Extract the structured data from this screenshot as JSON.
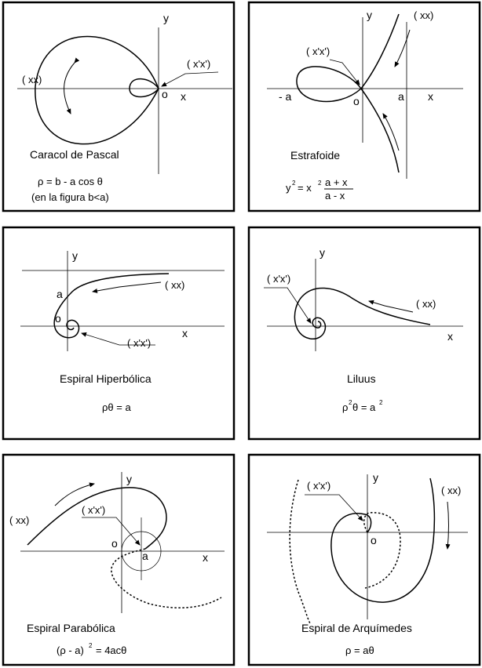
{
  "panels": [
    {
      "id": "caracol",
      "title": "Caracol de Pascal",
      "formula_line1": "ρ = b - a cos θ",
      "formula_line2": "(en la figura  b<a)",
      "label_y": "y",
      "label_x": "x",
      "label_o": "o",
      "label_xx": "( xx)",
      "label_xpx": "( x'x')"
    },
    {
      "id": "estrafoide",
      "title": "Estrafoide",
      "formula_lhs": "y",
      "formula_sup1": "2",
      "formula_eq": "= x",
      "formula_sup2": "2",
      "formula_num": "a + x",
      "formula_den": "a - x",
      "label_y": "y",
      "label_x": "x",
      "label_o": "o",
      "label_a": "a",
      "label_neg_a": "- a",
      "label_xx": "( xx)",
      "label_xpx": "( x'x')"
    },
    {
      "id": "hiperbolica",
      "title": "Espiral Hiperbólica",
      "formula": "ρθ = a",
      "label_y": "y",
      "label_x": "x",
      "label_o": "o",
      "label_a": "a",
      "label_xx": "( xx)",
      "label_xpx": "( x'x')"
    },
    {
      "id": "liluus",
      "title": "Liluus",
      "formula_rho": "ρ",
      "formula_sup1": "2",
      "formula_mid": "θ = a",
      "formula_sup2": "2",
      "label_y": "y",
      "label_x": "x",
      "label_xx": "( xx)",
      "label_xpx": "( x'x')"
    },
    {
      "id": "parabolica",
      "title": "Espiral Parabólica",
      "formula_lhs": "(ρ - a)",
      "formula_sup": "2",
      "formula_rhs": "= 4acθ",
      "label_y": "y",
      "label_x": "x",
      "label_o": "o",
      "label_a": "a",
      "label_xx": "( xx)",
      "label_xpx": "( x'x')"
    },
    {
      "id": "arquimedes",
      "title": "Espiral de Arquímedes",
      "formula": "ρ = aθ",
      "label_y": "y",
      "label_o": "o",
      "label_xx": "( xx)",
      "label_xpx": "( x'x')"
    }
  ]
}
